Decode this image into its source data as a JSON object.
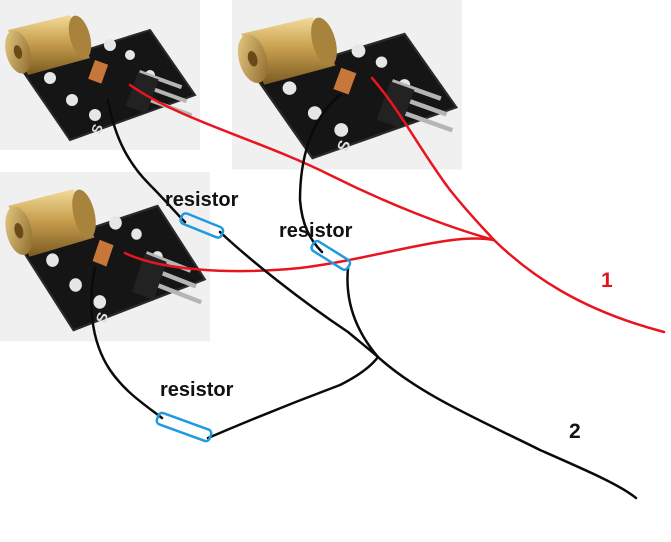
{
  "labels": {
    "resistor_1": "resistor",
    "resistor_2": "resistor",
    "resistor_3": "resistor",
    "wire_1": "1",
    "wire_2": "2"
  },
  "colors": {
    "red_wire": "#e8141e",
    "black_wire": "#0a0a0a",
    "resistor": "#1e9be0",
    "label_red": "#e0141e",
    "label_black": "#111111",
    "photo_bg": "#f0f0f0",
    "pcb": "#151515",
    "brass": "#c9a04f"
  },
  "icons": {
    "module_1": "laser-module-icon",
    "module_2": "laser-module-icon",
    "module_3": "laser-module-icon"
  }
}
